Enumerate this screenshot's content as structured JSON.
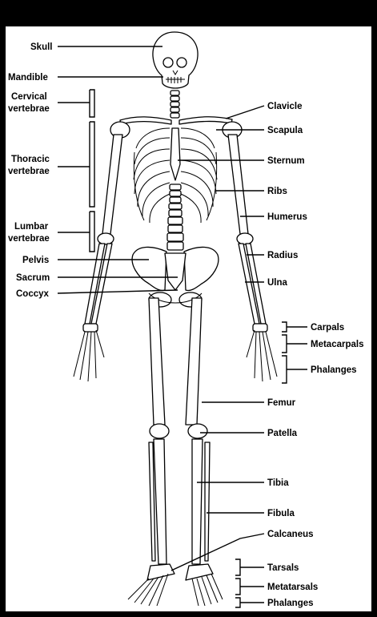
{
  "labels": {
    "skull": "Skull",
    "mandible": "Mandible",
    "cervical_1": "Cervical",
    "cervical_2": "vertebrae",
    "thoracic_1": "Thoracic",
    "thoracic_2": "vertebrae",
    "lumbar_1": "Lumbar",
    "lumbar_2": "vertebrae",
    "pelvis": "Pelvis",
    "sacrum": "Sacrum",
    "coccyx": "Coccyx",
    "clavicle": "Clavicle",
    "scapula": "Scapula",
    "sternum": "Sternum",
    "ribs": "Ribs",
    "humerus": "Humerus",
    "radius": "Radius",
    "ulna": "Ulna",
    "carpals": "Carpals",
    "metacarpals": "Metacarpals",
    "phalanges_hand": "Phalanges",
    "femur": "Femur",
    "patella": "Patella",
    "tibia": "Tibia",
    "fibula": "Fibula",
    "calcaneus": "Calcaneus",
    "tarsals": "Tarsals",
    "metatarsals": "Metatarsals",
    "phalanges_foot": "Phalanges"
  }
}
